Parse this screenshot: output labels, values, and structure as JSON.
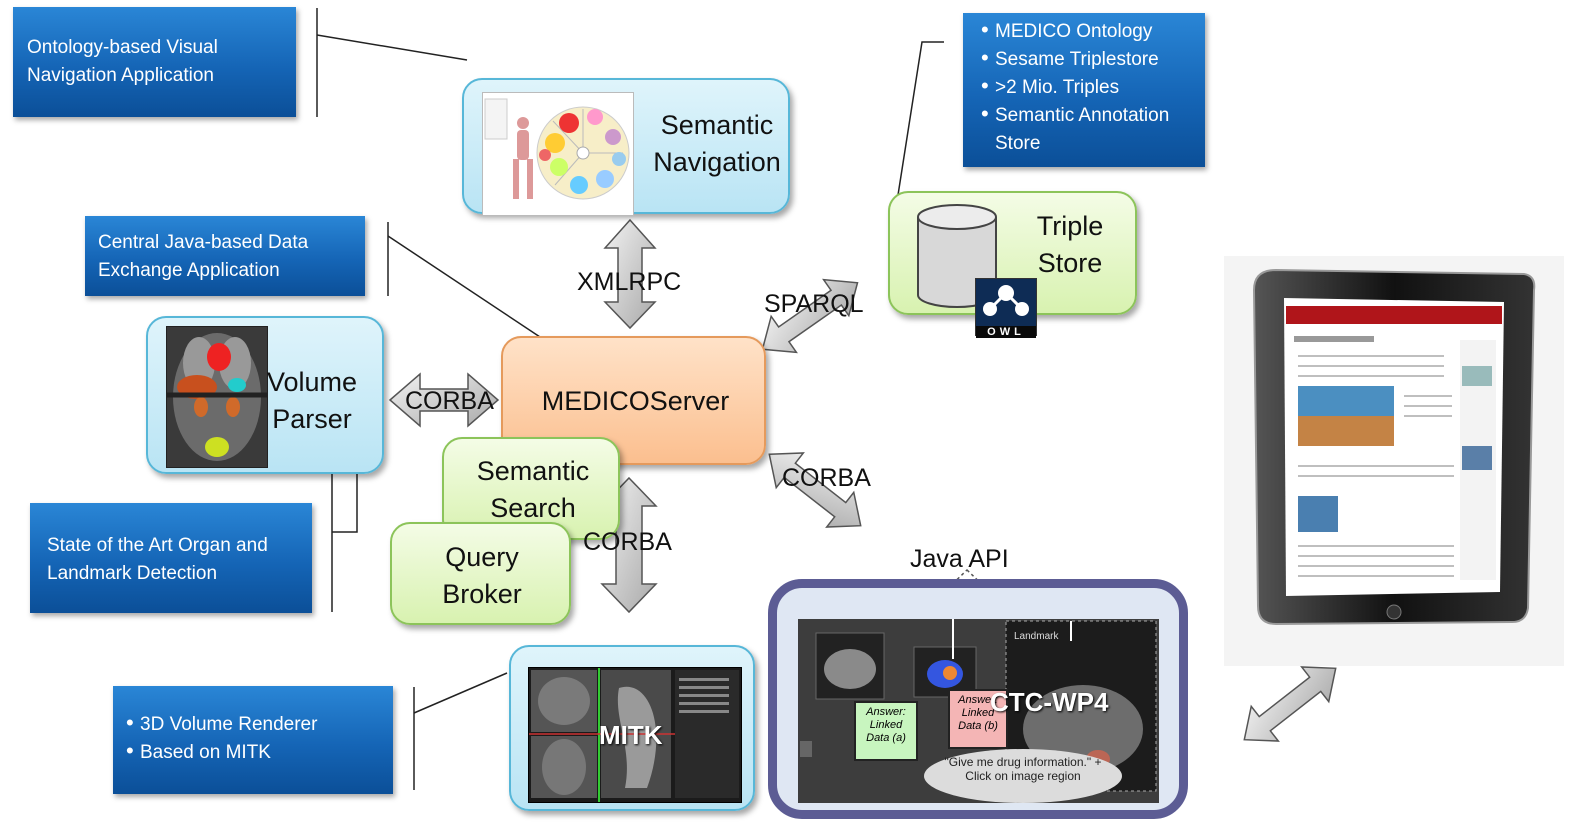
{
  "callouts": {
    "visual_nav": "Ontology-based Visual Navigation Application",
    "central_java": "Central Java-based Data Exchange Application",
    "organ_detect": "State of the Art Organ and Landmark Detection",
    "triplestore_bullets": [
      "MEDICO Ontology",
      "Sesame Triplestore",
      ">2 Mio. Triples",
      "Semantic Annotation Store"
    ],
    "renderer_bullets": [
      "3D Volume Renderer",
      "Based on MITK"
    ]
  },
  "components": {
    "semantic_navigation": "Semantic Navigation",
    "triple_store": "Triple Store",
    "volume_parser": "Volume Parser",
    "medico_server": "MEDICOServer",
    "semantic_search": "Semantic Search",
    "query_broker": "Query Broker",
    "mitk": "MITK",
    "ctc_wp4": "CTC-WP4"
  },
  "connections": {
    "xmlrpc": "XMLRPC",
    "sparql": "SPARQL",
    "corba_left": "CORBA",
    "corba_right": "CORBA",
    "corba_bottom": "CORBA",
    "java_api": "Java API"
  },
  "badges": {
    "owl": "OWL"
  },
  "screenshot_text": {
    "answer_a": "Answer: Linked Data (a)",
    "answer_b": "Answer: Linked Data (b)",
    "bubble": "\"Give me drug information.\" + Click on image region",
    "landmark": "Landmark"
  },
  "colors": {
    "callout_blue": "#1565b6",
    "component_cyan": "#b9e4f4",
    "component_green": "#d8f2b0",
    "server_orange": "#fbbf8f",
    "ctc_frame": "#5c5c94"
  }
}
